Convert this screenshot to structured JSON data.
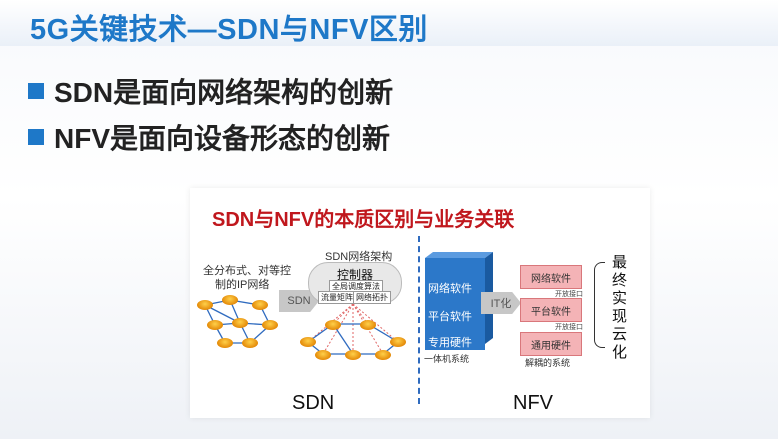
{
  "slide": {
    "title": "5G关键技术—SDN与NFV区别",
    "bullets": [
      "SDN是面向网络架构的创新",
      "NFV是面向设备形态的创新"
    ]
  },
  "figure": {
    "title": "SDN与NFV的本质区别与业务关联",
    "sdn": {
      "distributed_label_1": "全分布式、对等控",
      "distributed_label_2": "制的IP网络",
      "arrow_label": "SDN",
      "arch_label": "SDN网络架构",
      "controller": "控制器",
      "chip_1": "全局调度算法",
      "chip_2": "流量矩阵",
      "chip_3": "网络拓扑",
      "caption": "SDN"
    },
    "nfv": {
      "stack_1": "网络软件",
      "stack_2": "平台软件",
      "stack_3": "专用硬件",
      "stack_caption": "一体机系统",
      "arrow_label": "IT化",
      "box_1": "网络软件",
      "box_2": "平台软件",
      "box_3": "通用硬件",
      "iface_1": "开放接口",
      "iface_2": "开放接口",
      "decoupled_caption": "解耦的系统",
      "vertical_text": "最终实现云化",
      "caption": "NFV"
    }
  }
}
